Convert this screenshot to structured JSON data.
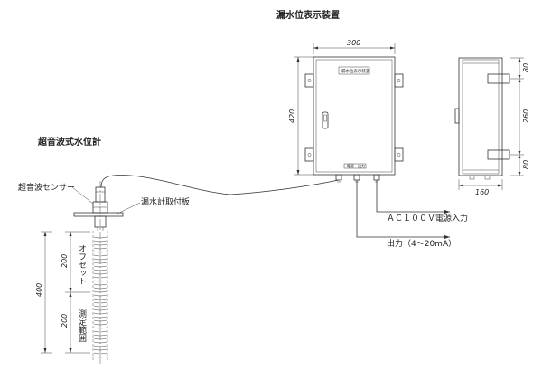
{
  "title_display": "漏水位表示装置",
  "title_gauge": "超音波式水位計",
  "sensor_label": "超音波センサー",
  "bracket_label": "漏水計取付板",
  "panel_nameplate": "漏水位表示装置",
  "panel_bottom_label_left": "電源",
  "panel_bottom_label_right": "出力",
  "dims": {
    "panel_width": "300",
    "panel_height": "420",
    "side_depth": "160",
    "side_top": "80",
    "side_middle": "260",
    "side_bottom": "80",
    "gauge_total": "400",
    "gauge_offset": "200",
    "gauge_range": "200"
  },
  "vertical_labels": {
    "offset": "オフセット",
    "range": "測定範囲"
  },
  "cables": {
    "power": "ＡＣ１００Ｖ電源入力",
    "output": "出力（4～20mA）"
  },
  "colors": {
    "line": "#333333",
    "background": "#ffffff"
  }
}
